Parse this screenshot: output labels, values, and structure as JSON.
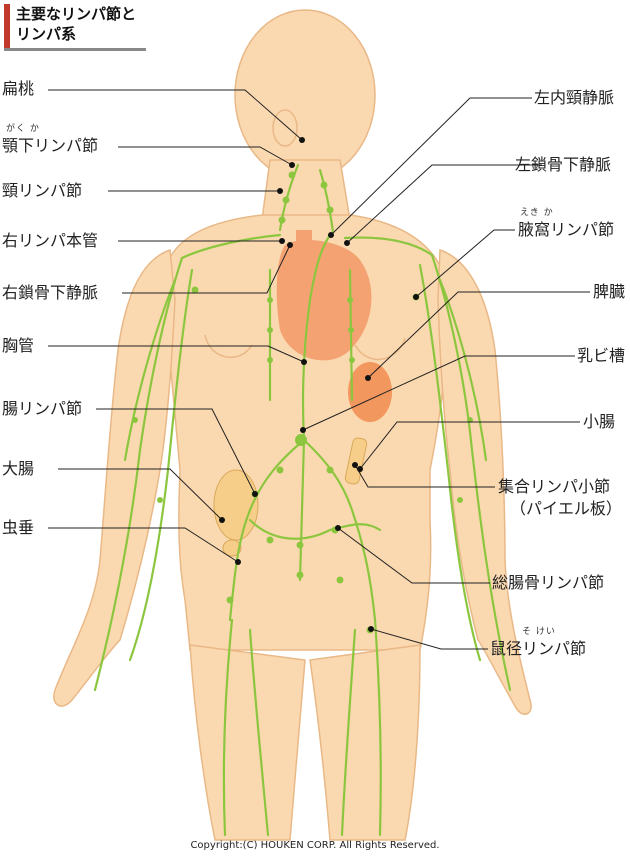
{
  "title": {
    "line1": "主要なリンパ節と",
    "line2": "リンパ系"
  },
  "colors": {
    "skin": "#fbd9b0",
    "skin_outline": "#e9b887",
    "lymph": "#8cc63f",
    "heart": "#f4a272",
    "spleen": "#f2975e",
    "leader": "#222222"
  },
  "left_labels": [
    {
      "id": "tonsil",
      "text": "扁桃"
    },
    {
      "id": "submandibular",
      "text": "顎下リンパ節",
      "ruby": "がく か"
    },
    {
      "id": "cervical",
      "text": "頸リンパ節"
    },
    {
      "id": "right-lymph-duct",
      "text": "右リンパ本管"
    },
    {
      "id": "right-subclavian",
      "text": "右鎖骨下静脈"
    },
    {
      "id": "thoracic-duct",
      "text": "胸管"
    },
    {
      "id": "mesenteric",
      "text": "腸リンパ節"
    },
    {
      "id": "large-intestine",
      "text": "大腸"
    },
    {
      "id": "appendix",
      "text": "虫垂"
    }
  ],
  "right_labels": [
    {
      "id": "left-jugular",
      "text": "左内頸静脈"
    },
    {
      "id": "left-subclavian",
      "text": "左鎖骨下静脈"
    },
    {
      "id": "axillary",
      "text": "腋窩リンパ節",
      "ruby": "えき か"
    },
    {
      "id": "spleen",
      "text": "脾臓"
    },
    {
      "id": "cisterna-chyli",
      "text": "乳ビ槽"
    },
    {
      "id": "small-intestine",
      "text": "小腸"
    },
    {
      "id": "peyer",
      "text": "集合リンパ小節",
      "text2": "（パイエル板）"
    },
    {
      "id": "iliac",
      "text": "総腸骨リンパ節"
    },
    {
      "id": "inguinal",
      "text": "鼠径リンパ節",
      "ruby": "そ けい"
    }
  ],
  "copyright": "Copyright:(C) HOUKEN CORP. All Rights Reserved."
}
